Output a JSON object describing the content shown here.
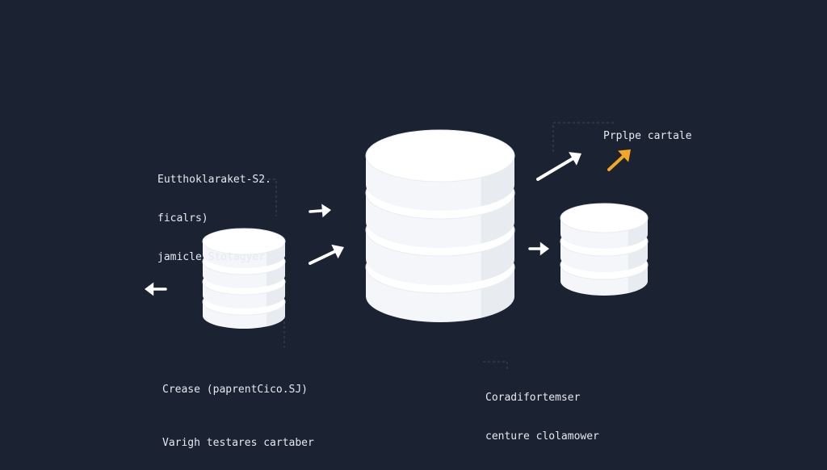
{
  "colors": {
    "background": "#1b2332",
    "disk_fill": "#f4f6f9",
    "disk_top": "#ffffff",
    "disk_shade": "#dfe3ea",
    "arrow": "#ffffff",
    "accent_arrow": "#f5a623",
    "dashed_line": "#3d4a60"
  },
  "labels": {
    "top_left": [
      "Eutthoklaraket-S2.",
      "ficalrs)",
      "jamicle Stotagyer"
    ],
    "bottom_left": [
      "Crease (paprentCico.SJ)",
      "Varigh testares cartaber"
    ],
    "top_right": [
      "Prplpe cartale"
    ],
    "bottom_right": [
      "Coradifortemser",
      "centure clolamower"
    ]
  },
  "databases": [
    {
      "name": "small-database",
      "disks": 4
    },
    {
      "name": "large-database",
      "disks": 4
    },
    {
      "name": "medium-database",
      "disks": 3
    }
  ],
  "icons": {
    "arrows": [
      "arrow-left-icon",
      "arrow-right-icon",
      "arrow-up-right-icon",
      "arrow-right-icon",
      "arrow-up-right-icon",
      "arrow-up-right-icon-accent"
    ]
  }
}
